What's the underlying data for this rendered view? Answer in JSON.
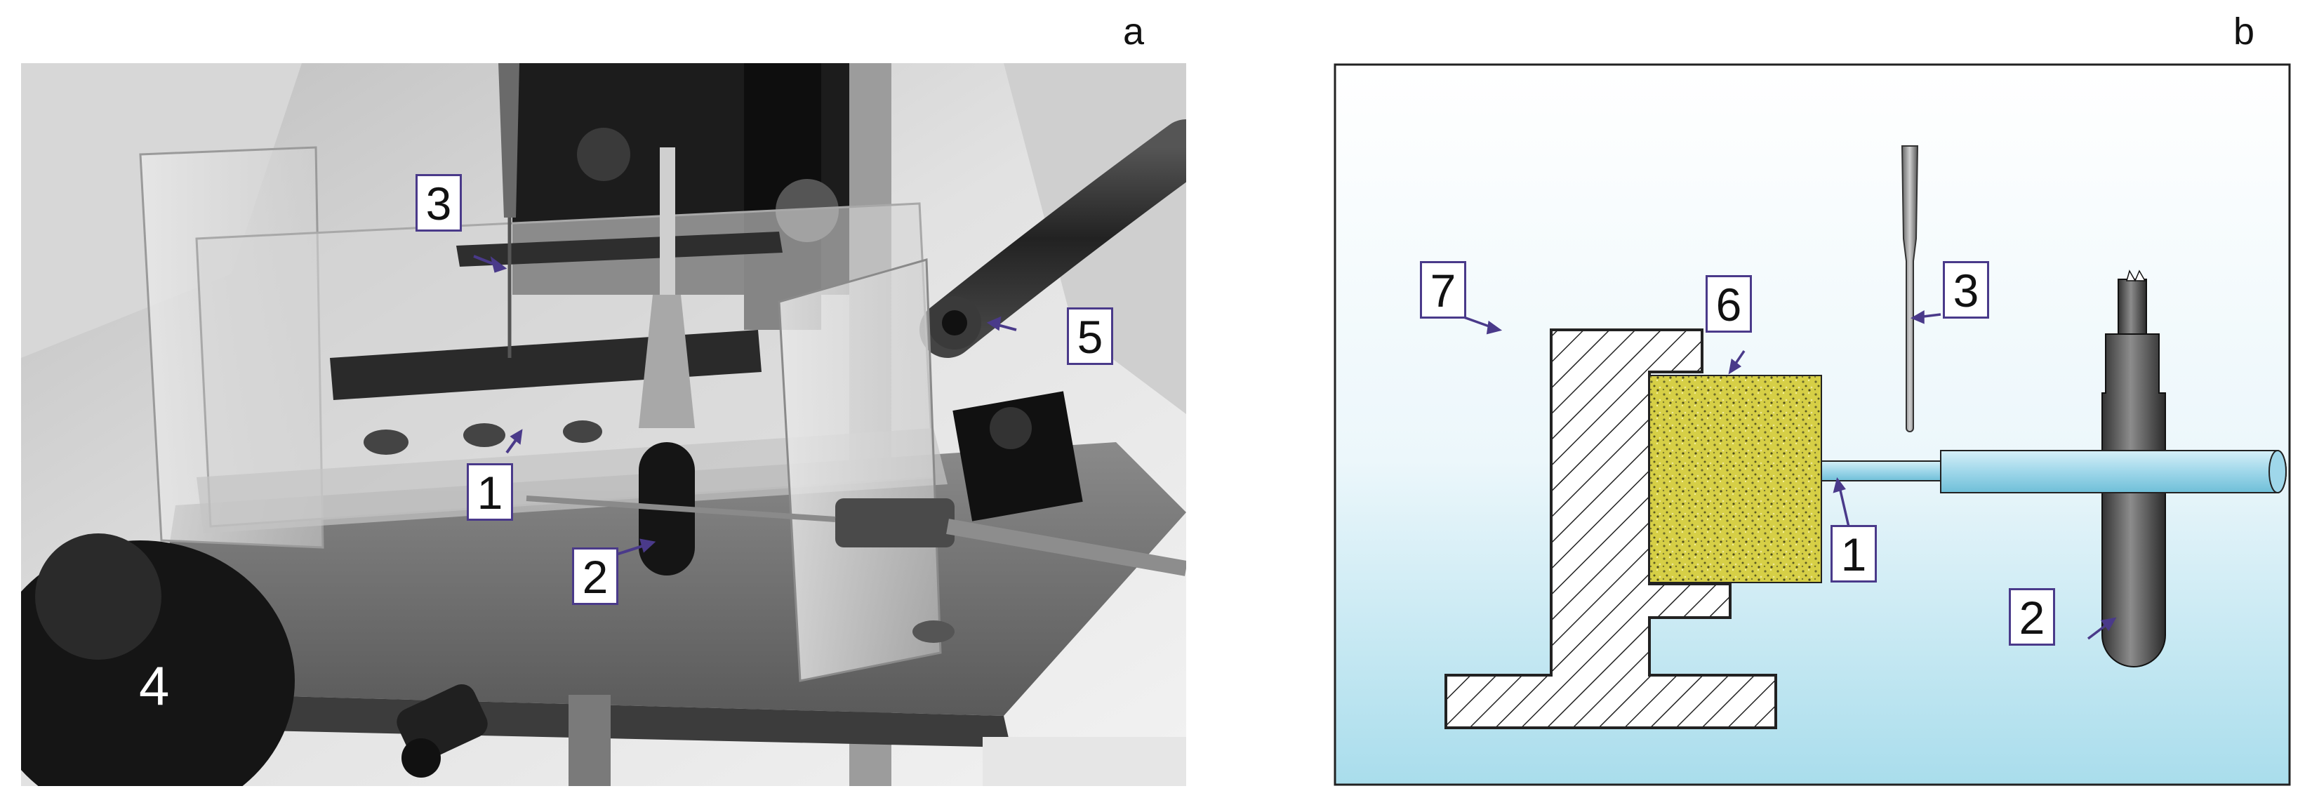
{
  "panels": {
    "a": {
      "letter": "a"
    },
    "b": {
      "letter": "b"
    }
  },
  "photo_labels": {
    "l1": "1",
    "l2": "2",
    "l3": "3",
    "l4": "4",
    "l5": "5"
  },
  "drawing_labels": {
    "l1": "1",
    "l2": "2",
    "l3": "3",
    "l6": "6",
    "l7": "7"
  },
  "colors": {
    "label_border": "#4a3a8a",
    "arrow": "#4a3a8a",
    "drawing_bg_top": "#ffffff",
    "drawing_bg_bottom": "#a9ddec",
    "tube": "#9fd7ea",
    "sample": "#d9d44c"
  }
}
